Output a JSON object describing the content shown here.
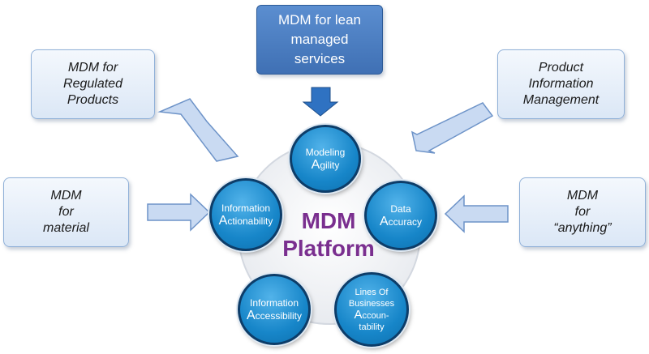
{
  "colors": {
    "box_fill": "#dbe7f6",
    "box_border": "#8fb0d8",
    "top_box_fill": "#4a7fc4",
    "node_fill": "#1786c9",
    "node_border": "#0d3d69",
    "center_text": "#7a2f8f",
    "arrow_fill": "#c9daf2",
    "arrow_stroke": "#6d93c8",
    "arrow_down_fill": "#2f72c2"
  },
  "boxes": {
    "top": "MDM for lean\nmanaged\nservices",
    "top_left": "MDM for\nRegulated\nProducts",
    "top_right": "Product\nInformation\nManagement",
    "mid_left": "MDM\nfor\nmaterial",
    "mid_right": "MDM\nfor\n“anything”"
  },
  "center": {
    "title": "MDM\nPlatform"
  },
  "nodes": {
    "modeling": {
      "line1": "Modeling",
      "line2_cap": "A",
      "line2_rest": "gility"
    },
    "data": {
      "line1": "Data",
      "line2_cap": "A",
      "line2_rest": "ccuracy"
    },
    "information_actionability": {
      "line1": "Information",
      "line2_cap": "A",
      "line2_rest": "ctionability"
    },
    "information_accessibility": {
      "line1": "Information",
      "line2_cap": "A",
      "line2_rest": "ccessibility"
    },
    "lines_of_businesses": {
      "line1": "Lines Of\nBusinesses",
      "line2_cap": "A",
      "line2_rest": "ccoun-\ntability"
    }
  }
}
